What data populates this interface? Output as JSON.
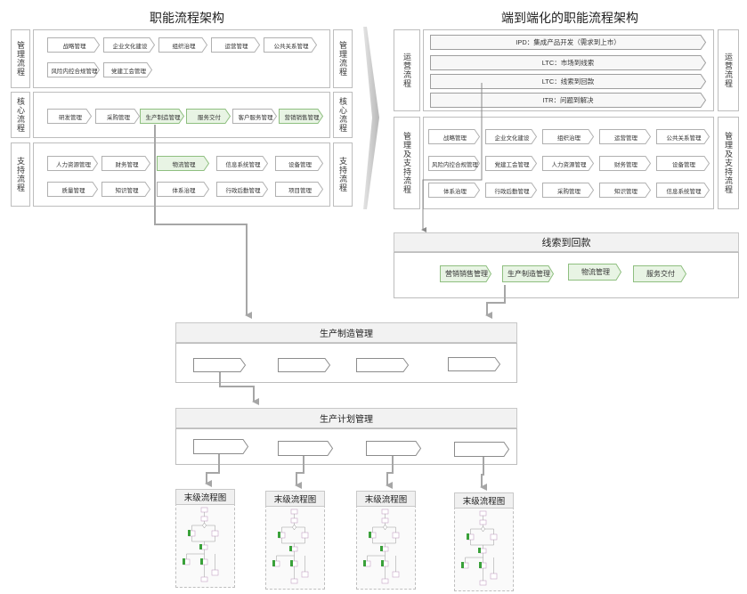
{
  "colors": {
    "border": "#bdbdbd",
    "green_fill": "#e8f4e4",
    "green_stroke": "#8fbf80",
    "arrow": "#a6a6a6",
    "dark_chevron": "#c8c8c8"
  },
  "left": {
    "title": "职能流程架构",
    "sections": [
      {
        "side_label": "管理流程",
        "items": [
          "战略管理",
          "企业文化建设",
          "组织治理",
          "运营管理",
          "公共关系管理",
          "风险内控合规管理",
          "党建工会管理"
        ],
        "highlight": []
      },
      {
        "side_label": "核心流程",
        "items": [
          "研发管理",
          "采购管理",
          "生产制造管理",
          "服务交付",
          "客户服务管理",
          "营销销售管理"
        ],
        "highlight": [
          2,
          3,
          5
        ]
      },
      {
        "side_label": "支持流程",
        "items": [
          "人力资源管理",
          "财务管理",
          "物流管理",
          "信息系统管理",
          "设备管理",
          "质量管理",
          "知识管理",
          "体系治理",
          "行政后勤管理",
          "项目管理"
        ],
        "highlight": [
          2
        ]
      }
    ]
  },
  "right": {
    "title": "端到端化的职能流程架构",
    "ops_label": "运营流程",
    "ops_bars": [
      "IPD：集成产品开发（需求到上市）",
      "LTC：市场到线索",
      "LTC：线索到回款",
      "ITR：问题到解决"
    ],
    "mgmt_label": "管理及支持流程",
    "mgmt_items": [
      "战略管理",
      "企业文化建设",
      "组织治理",
      "运营管理",
      "公共关系管理",
      "风险内控合规管理",
      "党建工会管理",
      "人力资源管理",
      "财务管理",
      "设备管理",
      "体系治理",
      "行政后勤管理",
      "采购管理",
      "知识管理",
      "信息系统管理"
    ]
  },
  "l2c": {
    "title": "线索到回款",
    "items": [
      "营销销售管理",
      "生产制造管理",
      "物流管理",
      "服务交付"
    ],
    "highlight": [
      0,
      1
    ]
  },
  "mfg": {
    "title": "生产制造管理"
  },
  "plan": {
    "title": "生产计划管理"
  },
  "leaf_title": "末级流程图",
  "leaf_cards": [
    "末级流程图",
    "末级流程图",
    "末级流程图",
    "末级流程图"
  ]
}
